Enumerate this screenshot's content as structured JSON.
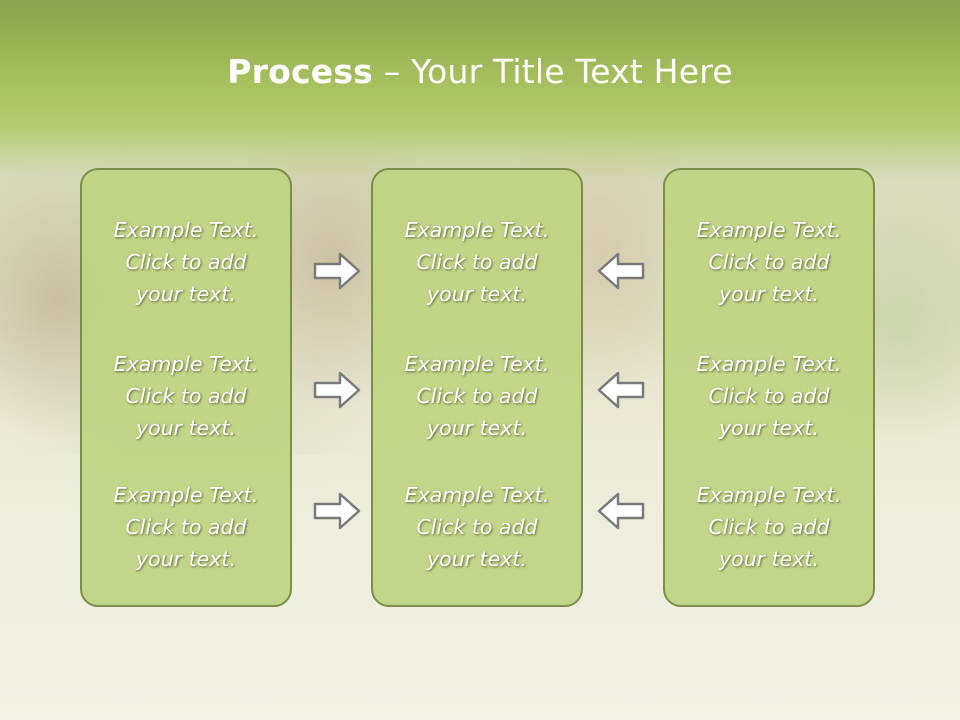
{
  "slide": {
    "title_bold": "Process",
    "title_rest": " – Your Title Text Here"
  },
  "columns": [
    {
      "items": [
        "Example Text.\nClick  to add\nyour text.",
        "Example Text.\nClick  to add\nyour text.",
        "Example Text.\nClick  to add\nyour text."
      ]
    },
    {
      "items": [
        "Example Text.\nClick  to add\nyour text.",
        "Example Text.\nClick  to add\nyour text.",
        "Example Text.\nClick  to add\nyour text."
      ]
    },
    {
      "items": [
        "Example Text.\nClick  to add\nyour text.",
        "Example Text.\nClick  to add\nyour text.",
        "Example Text.\nClick  to add\nyour text."
      ]
    }
  ],
  "colors": {
    "header": "#a6c05e",
    "box_fill": "#bed482",
    "box_border": "#7a8f47",
    "arrow_stroke": "#7a7a7a"
  },
  "icons": {
    "left_arrows": "arrow-right-icon",
    "right_arrows": "arrow-left-icon"
  }
}
